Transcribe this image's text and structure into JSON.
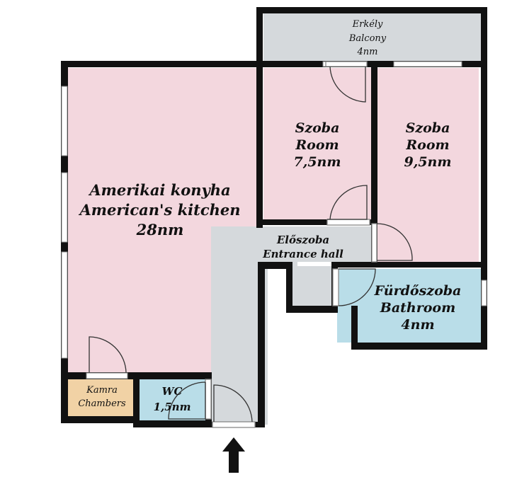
{
  "colors": {
    "wall": "#111111",
    "living": "#f3d7de",
    "hall": "#d5d9dc",
    "bathroom": "#b9dde8",
    "pantry": "#f1d2a5",
    "door_gap": "#ffffff"
  },
  "rooms": {
    "balcony": {
      "name_hu": "Erkély",
      "name_en": "Balcony",
      "area": "4nm"
    },
    "kitchen": {
      "name_hu": "Amerikai konyha",
      "name_en": "American's kitchen",
      "area": "28nm"
    },
    "room1": {
      "name_hu": "Szoba",
      "name_en": "Room",
      "area": "7,5nm"
    },
    "room2": {
      "name_hu": "Szoba",
      "name_en": "Room",
      "area": "9,5nm"
    },
    "hall": {
      "name_hu": "Előszoba",
      "name_en": "Entrance hall"
    },
    "bathroom": {
      "name_hu": "Fürdőszoba",
      "name_en": "Bathroom",
      "area": "4nm"
    },
    "pantry": {
      "name_hu": "Kamra",
      "name_en": "Chambers"
    },
    "wc": {
      "name_hu": "WC",
      "area": "1,5nm"
    }
  },
  "entrance_arrow_icon": "arrow-up-icon"
}
